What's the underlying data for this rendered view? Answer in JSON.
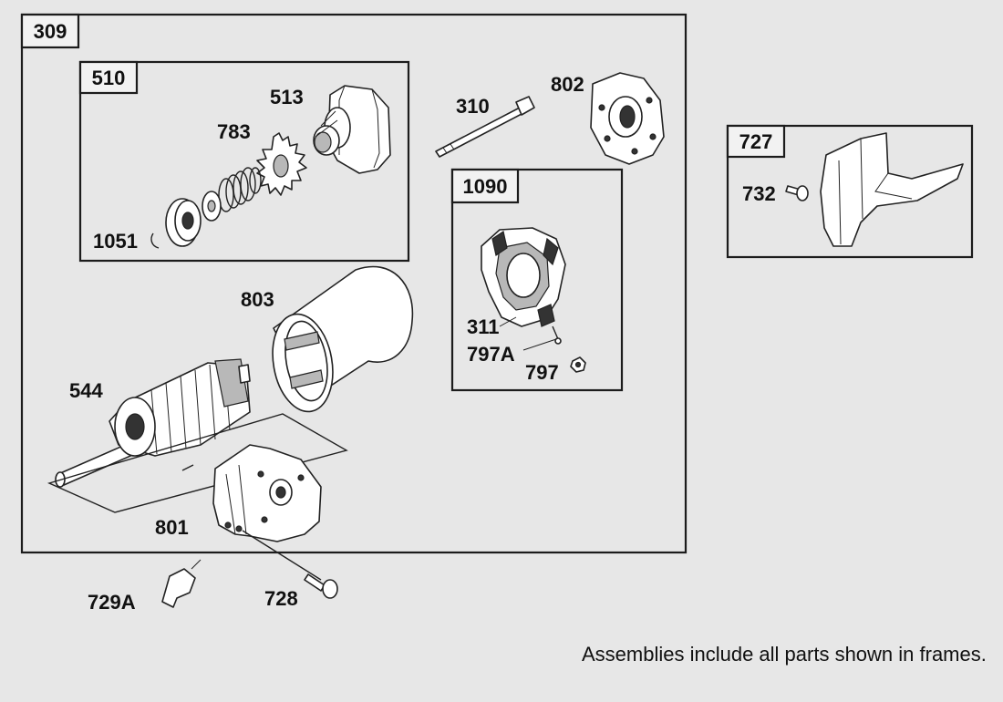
{
  "frames": {
    "f309": "309",
    "f510": "510",
    "f1090": "1090",
    "f727": "727"
  },
  "callouts": {
    "p513": "513",
    "p783": "783",
    "p1051": "1051",
    "p310": "310",
    "p802": "802",
    "p803": "803",
    "p311": "311",
    "p797A": "797A",
    "p797": "797",
    "p544": "544",
    "p801": "801",
    "p729A": "729A",
    "p728": "728",
    "p732": "732"
  },
  "note": "Assemblies include all parts shown in frames."
}
